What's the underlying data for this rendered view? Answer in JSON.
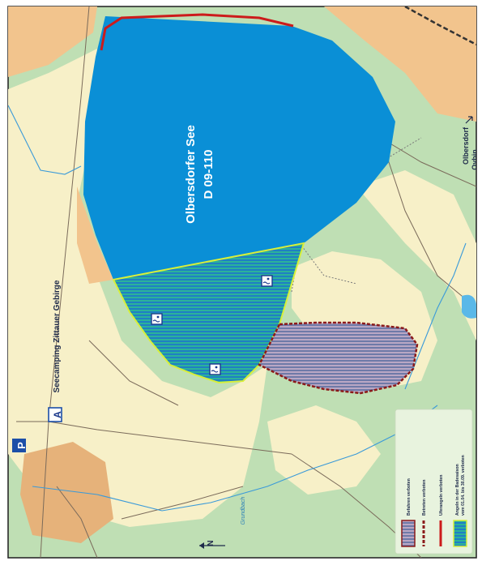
{
  "lake": {
    "name": "Olbersdorfer See",
    "code": "D 09-110"
  },
  "labels": {
    "camping": "Seecamping Zittauer Gebirge",
    "olbersdorf": "Olbersdorf",
    "oybin": "Oybin",
    "stream": "Grundbach"
  },
  "signs": {
    "parking": "P",
    "camping": "A"
  },
  "north_arrow": {
    "letter": "N"
  },
  "legend": {
    "items": [
      {
        "label": "Befahren verboten",
        "swatch": "hatch-grey-red"
      },
      {
        "label": "Betreten verboten",
        "swatch": "dashed-dark-red"
      },
      {
        "label": "Uferangeln verboten",
        "swatch": "red-line"
      },
      {
        "label": "Angeln in der Badesaison",
        "label2": "vom 01.04. bis 30.09. verboten",
        "swatch": "hatch-green-blue"
      }
    ]
  },
  "colors": {
    "lake": "#0a8fd6",
    "forest": "#bfdfb4",
    "clearing": "#f7f0c8",
    "settlement": "#f2c48d",
    "restricted_hatch": "#8a8cb4",
    "restricted_border": "#8b1a1a",
    "fishing_hatch": "#1fa89a",
    "fishing_border": "#d8ef3a",
    "shore_ban": "#cc1b1b"
  }
}
